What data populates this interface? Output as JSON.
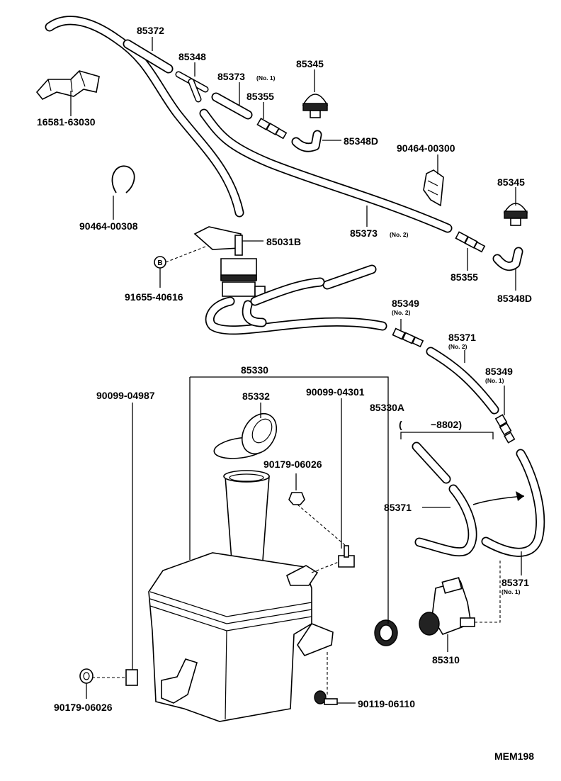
{
  "labels": {
    "p85372": "85372",
    "p85348": "85348",
    "p85373_1": "85373",
    "p85373_1_sub": "(No. 1)",
    "p85345_a": "85345",
    "p85355_a": "85355",
    "p16581": "16581-63030",
    "p85348D_a": "85348D",
    "p90464_00300": "90464-00300",
    "p85345_b": "85345",
    "p90464_00308": "90464-00308",
    "p85373_2": "85373",
    "p85373_2_sub": "(No. 2)",
    "p85031B": "85031B",
    "b_marker": "B",
    "p85355_b": "85355",
    "p85348D_b": "85348D",
    "p91655": "91655-40616",
    "p85349_2": "85349",
    "p85349_2_sub": "(No. 2)",
    "p85371_2": "85371",
    "p85371_2_sub": "(No. 2)",
    "p85330": "85330",
    "p85349_1": "85349",
    "p85349_1_sub": "(No. 1)",
    "p90099_04987": "90099-04987",
    "p85332": "85332",
    "p90099_04301": "90099-04301",
    "p85330A": "85330A",
    "date_open": "(",
    "date_range": "−8802)",
    "p90179_a": "90179-06026",
    "p85371": "85371",
    "p85371_1": "85371",
    "p85371_1_sub": "(No. 1)",
    "p85310": "85310",
    "p90179_b": "90179-06026",
    "p90119": "90119-06110",
    "ref": "MEM198"
  }
}
